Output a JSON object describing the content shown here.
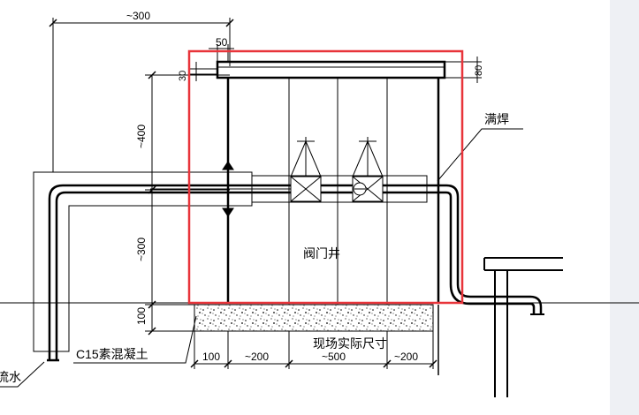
{
  "drawing": {
    "labels": {
      "valve_well": "阀门井",
      "full_weld": "满焊",
      "concrete": "C15素混凝土",
      "site_dimension": "现场实际尺寸",
      "drain_partial": "流水"
    },
    "dimensions": {
      "top_300": "~300",
      "d50": "50",
      "d30": "30",
      "d80": "80",
      "v400": "~400",
      "v300": "~300",
      "v100": "100",
      "b100": "100",
      "b200a": "~200",
      "b500": "~500",
      "b200b": "~200"
    },
    "colors": {
      "line": "#000000",
      "highlight": "#e8343a",
      "background": "#ffffff",
      "vert_stripe": "#eef0f4"
    }
  }
}
